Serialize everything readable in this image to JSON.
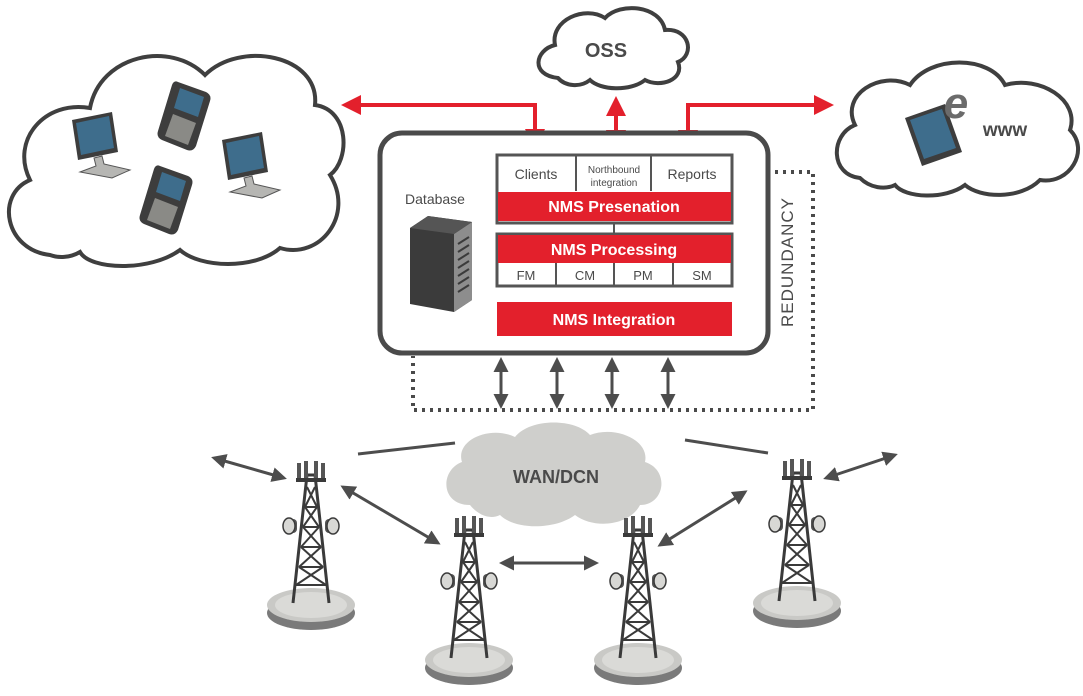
{
  "nodes": {
    "oss": "OSS",
    "www": "www",
    "database": "Database",
    "wan": "WAN/DCN",
    "redundancy": "REDUNDANCY"
  },
  "presentation_layer": {
    "clients": "Clients",
    "northbound_line1": "Northbound",
    "northbound_line2": "integration",
    "reports": "Reports",
    "bar": "NMS Presenation"
  },
  "processing_layer": {
    "bar": "NMS Processing",
    "modules": [
      "FM",
      "CM",
      "PM",
      "SM"
    ]
  },
  "integration_layer": {
    "bar": "NMS Integration"
  },
  "colors": {
    "accent_red": "#e3202c",
    "frame": "#4a4a4a",
    "cloud_fill": "#cfcfcc",
    "arrow": "#4d4d4d"
  }
}
